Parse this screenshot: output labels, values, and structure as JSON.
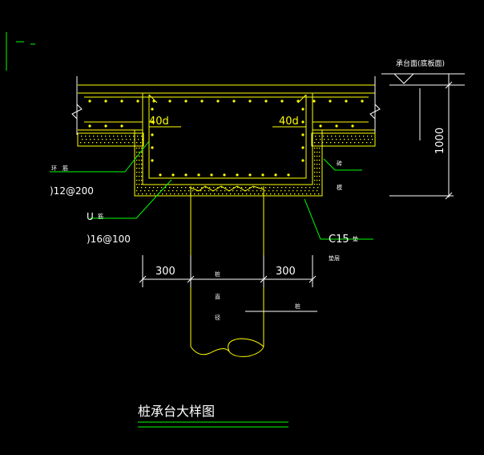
{
  "title": "桩承台大样图",
  "labels": {
    "anchor_left": "40d",
    "anchor_right": "40d",
    "dim_left": "300",
    "dim_right": "300",
    "depth": "1000",
    "cap_top": "承台面(底板面)",
    "top_bar_spec": ")12@200",
    "u_bar": "U",
    "u_bar_spec": ")16@100",
    "concrete": "C15",
    "pile_text_1": "桩",
    "pile_text_2": "直",
    "pile_text_3": "径",
    "pile_text_4": "桩",
    "note_left_1": "环",
    "note_left_2": "筋",
    "note_u": "筋",
    "note_c15": "垫",
    "note_c15_2": "垫层",
    "note_right_1": "砖",
    "note_right_2": "模"
  },
  "colors": {
    "structure": "#ffff00",
    "dimension": "#ffffff",
    "leader": "#00ff00",
    "hatch": "#00ffff"
  }
}
